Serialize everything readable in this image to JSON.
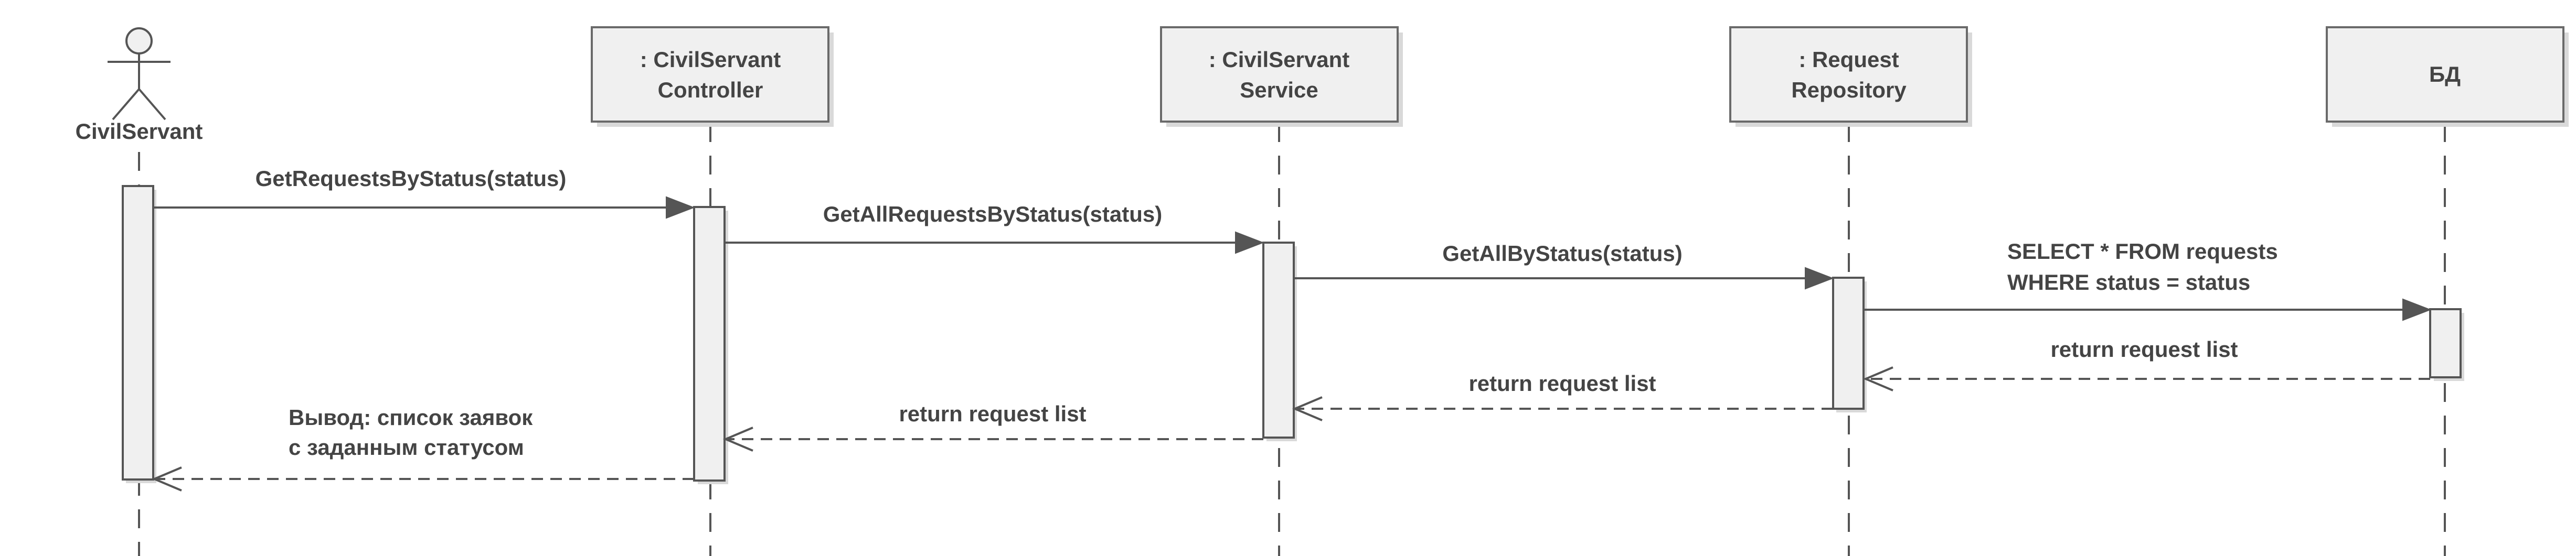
{
  "actor": {
    "name": "CivilServant",
    "icon": "stick-figure-icon"
  },
  "participants": [
    {
      "id": "controller",
      "line1": ": CivilServant",
      "line2": "Controller"
    },
    {
      "id": "service",
      "line1": ": CivilServant",
      "line2": "Service"
    },
    {
      "id": "repository",
      "line1": ": Request",
      "line2": "Repository"
    },
    {
      "id": "db",
      "line1": "БД",
      "line2": ""
    }
  ],
  "messages": [
    {
      "from": "CivilServant",
      "to": ": CivilServant Controller",
      "kind": "call",
      "lines": [
        "GetRequestsByStatus(status)"
      ]
    },
    {
      "from": ": CivilServant Controller",
      "to": ": CivilServant Service",
      "kind": "call",
      "lines": [
        "GetAllRequestsByStatus(status)"
      ]
    },
    {
      "from": ": CivilServant Service",
      "to": ": Request Repository",
      "kind": "call",
      "lines": [
        "GetAllByStatus(status)"
      ]
    },
    {
      "from": ": Request Repository",
      "to": "БД",
      "kind": "call",
      "lines": [
        "SELECT * FROM requests",
        "WHERE status = status"
      ]
    },
    {
      "from": "БД",
      "to": ": Request Repository",
      "kind": "return",
      "lines": [
        "return request list"
      ]
    },
    {
      "from": ": Request Repository",
      "to": ": CivilServant Service",
      "kind": "return",
      "lines": [
        "return request list"
      ]
    },
    {
      "from": ": CivilServant Service",
      "to": ": CivilServant Controller",
      "kind": "return",
      "lines": [
        "return request list"
      ]
    },
    {
      "from": ": CivilServant Controller",
      "to": "CivilServant",
      "kind": "return",
      "lines": [
        "Вывод: список заявок",
        "с заданным статусом"
      ]
    }
  ],
  "colors": {
    "line": "#555555",
    "box_fill": "#f0f0f0",
    "text": "#444444"
  }
}
